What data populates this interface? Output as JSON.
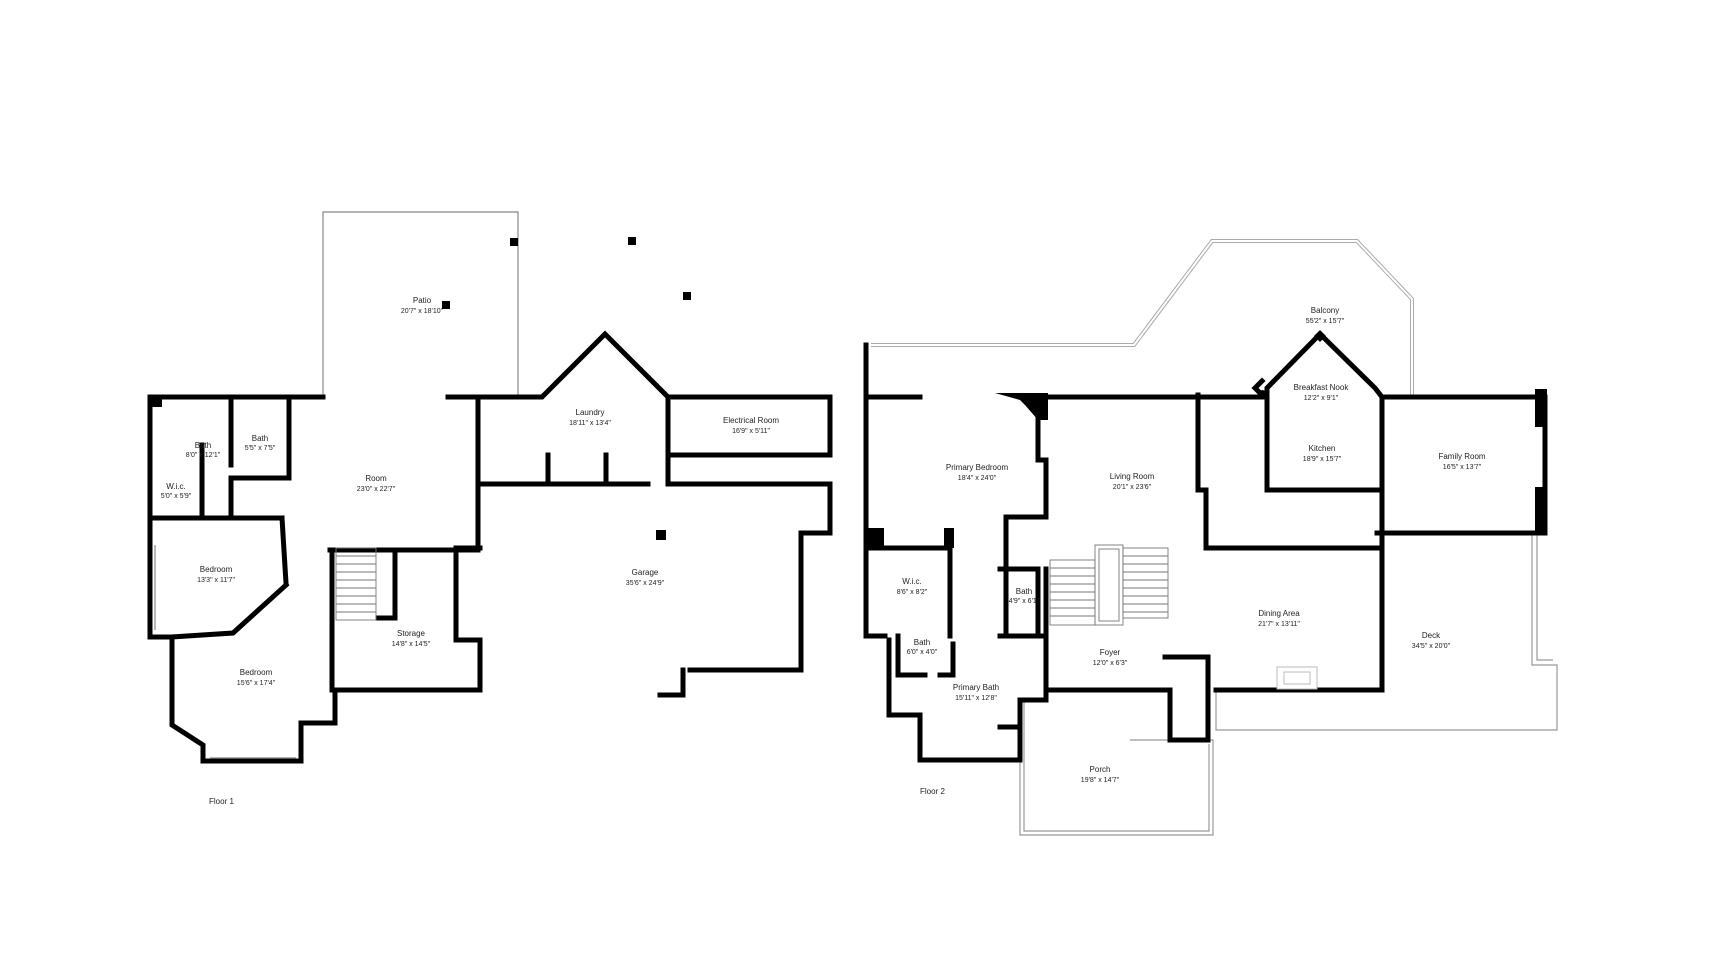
{
  "floors": [
    {
      "label": "Floor 1",
      "rooms": [
        {
          "key": "patio",
          "name": "Patio",
          "dims": "20'7\" x 18'10\""
        },
        {
          "key": "laundry",
          "name": "Laundry",
          "dims": "18'11\" x 13'4\""
        },
        {
          "key": "electrical-room",
          "name": "Electrical Room",
          "dims": "16'9\" x 5'11\""
        },
        {
          "key": "bath-a",
          "name": "Bath",
          "dims": "8'0\" x 12'1\""
        },
        {
          "key": "bath-b",
          "name": "Bath",
          "dims": "5'5\" x 7'5\""
        },
        {
          "key": "wic",
          "name": "W.i.c.",
          "dims": "5'0\" x 5'9\""
        },
        {
          "key": "room",
          "name": "Room",
          "dims": "23'0\" x 22'7\""
        },
        {
          "key": "garage",
          "name": "Garage",
          "dims": "35'6\" x 24'9\""
        },
        {
          "key": "bedroom-a",
          "name": "Bedroom",
          "dims": "13'3\" x 11'7\""
        },
        {
          "key": "storage",
          "name": "Storage",
          "dims": "14'8\" x 14'5\""
        },
        {
          "key": "bedroom-b",
          "name": "Bedroom",
          "dims": "15'6\" x 17'4\""
        }
      ]
    },
    {
      "label": "Floor 2",
      "rooms": [
        {
          "key": "balcony",
          "name": "Balcony",
          "dims": "55'2\" x 15'7\""
        },
        {
          "key": "breakfast-nook",
          "name": "Breakfast Nook",
          "dims": "12'2\" x 9'1\""
        },
        {
          "key": "kitchen",
          "name": "Kitchen",
          "dims": "18'9\" x 15'7\""
        },
        {
          "key": "family-room",
          "name": "Family Room",
          "dims": "16'5\" x 13'7\""
        },
        {
          "key": "primary-bedroom",
          "name": "Primary Bedroom",
          "dims": "18'4\" x 24'0\""
        },
        {
          "key": "living-room",
          "name": "Living Room",
          "dims": "20'1\" x 23'6\""
        },
        {
          "key": "wic",
          "name": "W.i.c.",
          "dims": "8'6\" x 8'2\""
        },
        {
          "key": "bath-a",
          "name": "Bath",
          "dims": "4'9\" x 6'1\""
        },
        {
          "key": "dining-area",
          "name": "Dining Area",
          "dims": "21'7\" x 13'11\""
        },
        {
          "key": "deck",
          "name": "Deck",
          "dims": "34'5\" x 20'0\""
        },
        {
          "key": "bath-b",
          "name": "Bath",
          "dims": "6'0\" x 4'0\""
        },
        {
          "key": "foyer",
          "name": "Foyer",
          "dims": "12'0\" x 6'3\""
        },
        {
          "key": "primary-bath",
          "name": "Primary Bath",
          "dims": "15'11\" x 12'8\""
        },
        {
          "key": "porch",
          "name": "Porch",
          "dims": "19'8\" x 14'7\""
        }
      ]
    }
  ]
}
